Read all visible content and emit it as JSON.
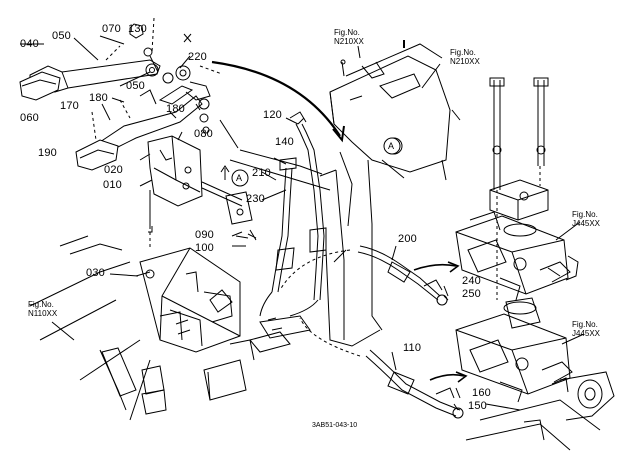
{
  "diagram": {
    "drawing_code": "3AB51-043-10",
    "parts": [
      "040",
      "050",
      "070",
      "130",
      "220",
      "050",
      "170",
      "180",
      "180",
      "080",
      "060",
      "190",
      "020",
      "010",
      "140",
      "120",
      "210",
      "230",
      "090",
      "100",
      "030",
      "200",
      "240",
      "250",
      "110",
      "160",
      "150"
    ],
    "callout": "A",
    "refs": [
      {
        "line1": "Fig.No.",
        "line2": "N210XX"
      },
      {
        "line1": "Fig.No.",
        "line2": "N210XX"
      },
      {
        "line1": "Fig.No.",
        "line2": "J445XX"
      },
      {
        "line1": "Fig.No.",
        "line2": "N110XX"
      },
      {
        "line1": "Fig.No.",
        "line2": "J445XX"
      }
    ]
  }
}
